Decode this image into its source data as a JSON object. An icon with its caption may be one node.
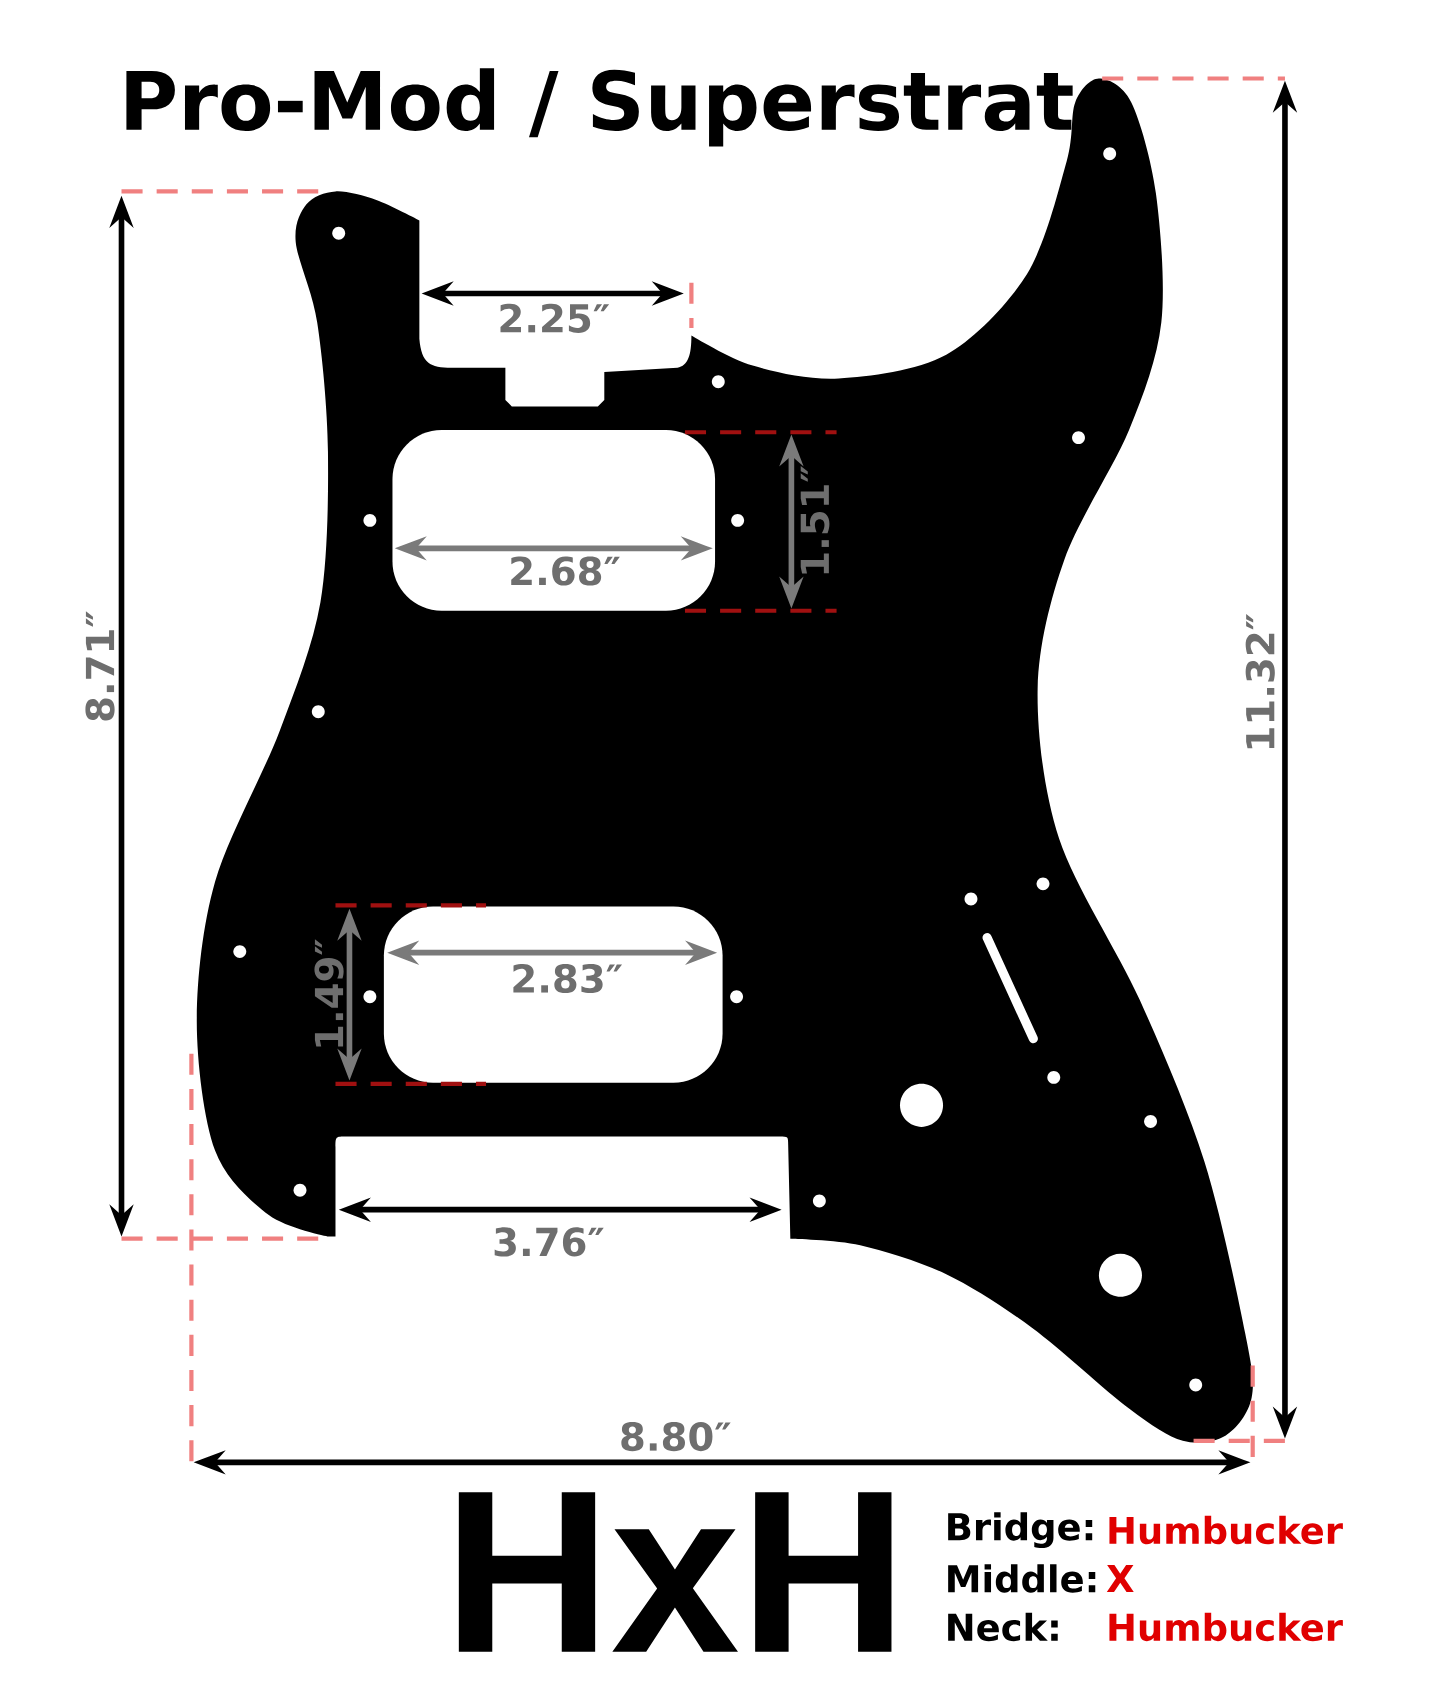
{
  "diagram": {
    "title": "Pro-Mod / Superstrat",
    "labels": [
      "2.25″",
      "1.51″",
      "2.68″",
      "8.71″",
      "11.32″",
      "1.49″",
      "2.83″",
      "3.76″",
      "8.80″",
      "HxH",
      "Bridge:",
      "Humbucker",
      "Middle:",
      "X",
      "Neck:",
      "Humbucker"
    ]
  }
}
